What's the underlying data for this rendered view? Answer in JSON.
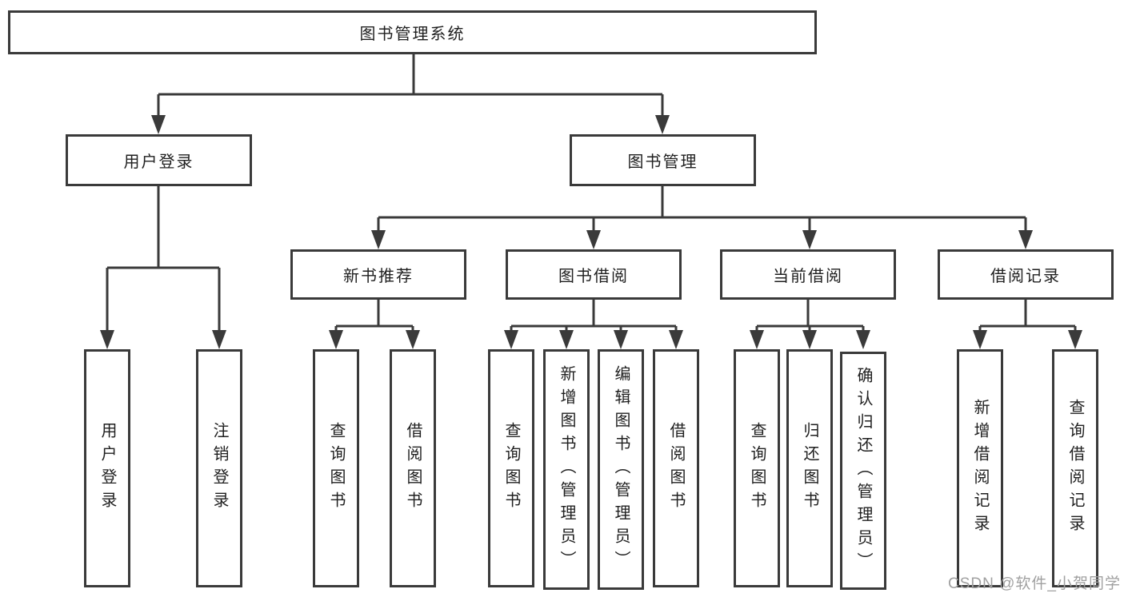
{
  "diagram": {
    "root_label": "图书管理系统",
    "branches": [
      {
        "label": "用户登录",
        "children": [
          {
            "label": "用户登录"
          },
          {
            "label": "注销登录"
          }
        ]
      },
      {
        "label": "图书管理",
        "groups": [
          {
            "label": "新书推荐",
            "children": [
              {
                "label": "查询图书"
              },
              {
                "label": "借阅图书"
              }
            ]
          },
          {
            "label": "图书借阅",
            "children": [
              {
                "label": "查询图书"
              },
              {
                "label": "新增图书（管理员）"
              },
              {
                "label": "编辑图书（管理员）"
              },
              {
                "label": "借阅图书"
              }
            ]
          },
          {
            "label": "当前借阅",
            "children": [
              {
                "label": "查询图书"
              },
              {
                "label": "归还图书"
              },
              {
                "label": "确认归还（管理员）"
              }
            ]
          },
          {
            "label": "借阅记录",
            "children": [
              {
                "label": "新增借阅记录"
              },
              {
                "label": "查询借阅记录"
              }
            ]
          }
        ]
      }
    ]
  },
  "watermark": {
    "text": "CSDN @软件_小贺同学"
  },
  "colors": {
    "line": "#3a3a3a",
    "text": "#1f1f1f",
    "background": "#ffffff",
    "watermark": "#a0a0a0"
  }
}
